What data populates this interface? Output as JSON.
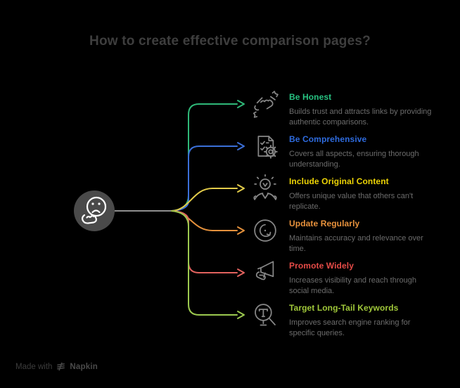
{
  "title": "How to create effective comparison pages?",
  "center": {
    "icon": "thinking-face-icon",
    "circle_fill": "#4a4a4a",
    "face_stroke": "#ffffff",
    "connector_color": "#8f8f8f"
  },
  "items": [
    {
      "heading": "Be Honest",
      "description": "Builds trust and attracts links by providing authentic comparisons.",
      "color": "#27c281",
      "line_color": "#2fb878",
      "icon": "handshake-icon"
    },
    {
      "heading": "Be Comprehensive",
      "description": "Covers all aspects, ensuring thorough understanding.",
      "color": "#2e6bde",
      "line_color": "#3b6fd8",
      "icon": "document-checklist-gear-icon"
    },
    {
      "heading": "Include Original Content",
      "description": "Offers unique value that others can't replicate.",
      "color": "#edd405",
      "line_color": "#e3cc4a",
      "icon": "idea-lightbulb-icon"
    },
    {
      "heading": "Update Regularly",
      "description": "Maintains accuracy and relevance over time.",
      "color": "#e8923c",
      "line_color": "#e5913c",
      "icon": "refresh-cycle-icon"
    },
    {
      "heading": "Promote Widely",
      "description": "Increases visibility and reach through social media.",
      "color": "#e54b47",
      "line_color": "#e2625e",
      "icon": "megaphone-icon"
    },
    {
      "heading": "Target Long-Tail Keywords",
      "description": "Improves search engine ranking for specific queries.",
      "color": "#a0c83a",
      "line_color": "#9cc94f",
      "icon": "magnifier-keyword-icon"
    }
  ],
  "footer": {
    "made_with": "Made with",
    "brand": "Napkin",
    "logo": "napkin-logo-icon"
  }
}
